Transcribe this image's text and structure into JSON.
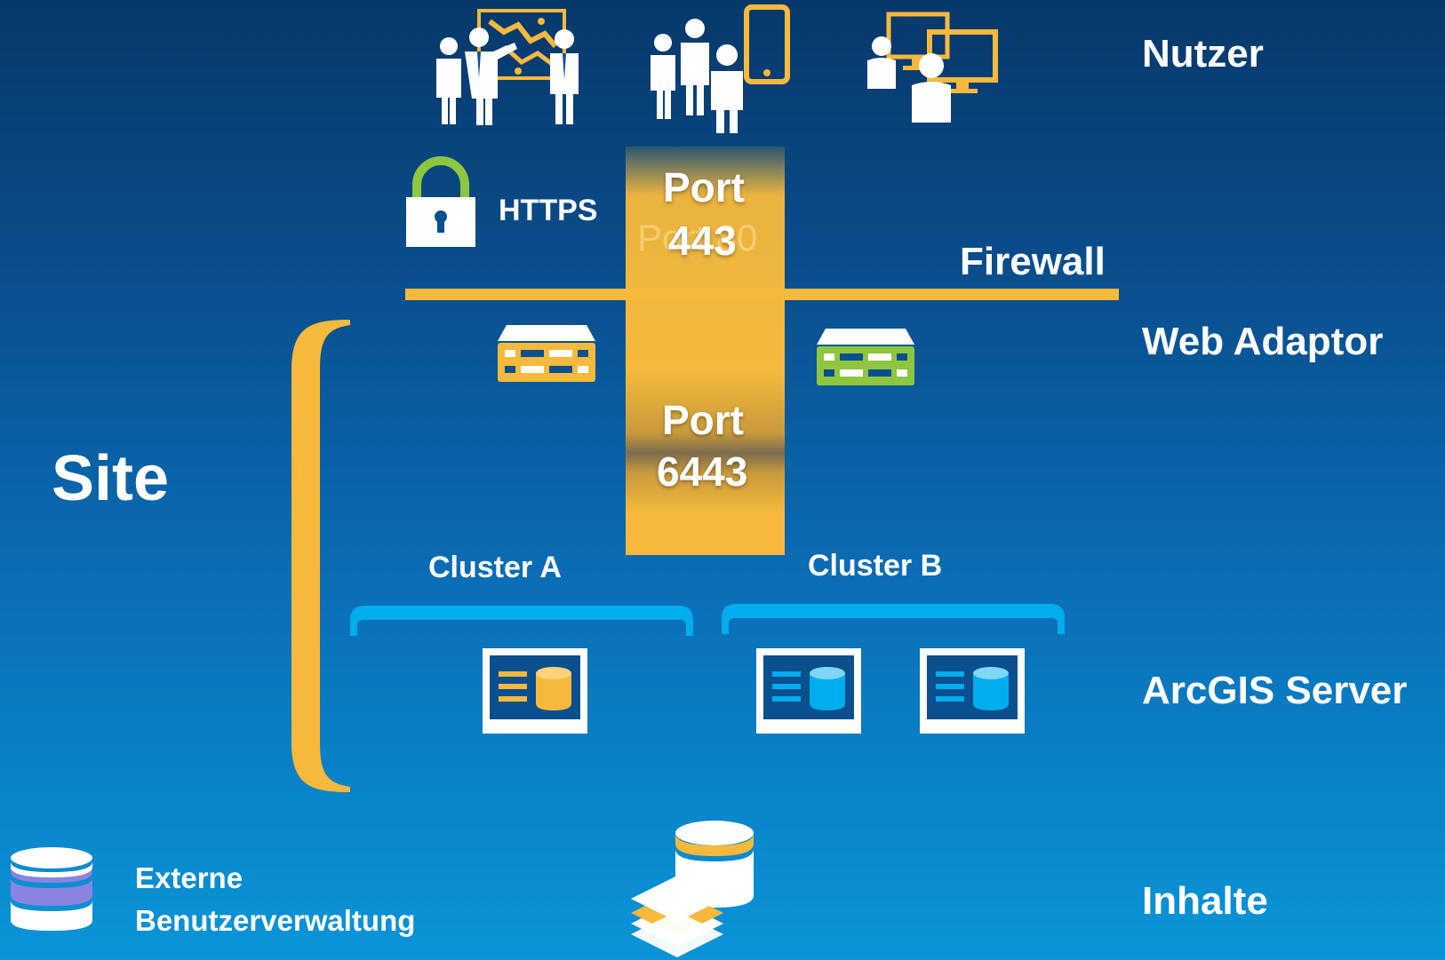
{
  "colors": {
    "accent": "#f6b93b",
    "green": "#8ec63f",
    "blue": "#00adef",
    "purple": "#8a84e0",
    "white": "#ffffff"
  },
  "icons": {
    "users_presenting": "people-presenting-icon",
    "users_mobile": "people-mobile-icon",
    "users_desktop": "people-desktop-icon",
    "lock": "padlock-icon",
    "web_adaptor_1": "web-adaptor-server-icon",
    "web_adaptor_2": "web-adaptor-server-icon",
    "arcgis_server": "server-machine-icon",
    "content": "database-layers-icon",
    "identity_store": "database-icon"
  },
  "labels": {
    "users": "Nutzer",
    "firewall": "Firewall",
    "web_adaptor": "Web Adaptor",
    "arcgis_server": "ArcGIS Server",
    "content": "Inhalte",
    "site": "Site",
    "https": "HTTPS",
    "port_443_line1": "Port",
    "port_443_line2": "443",
    "port_80_ghost": "Port 80",
    "port_6443_line1": "Port",
    "port_6443_line2": "6443",
    "cluster_a": "Cluster A",
    "cluster_b": "Cluster B",
    "external_line1": "Externe",
    "external_line2": "Benutzerverwaltung"
  }
}
